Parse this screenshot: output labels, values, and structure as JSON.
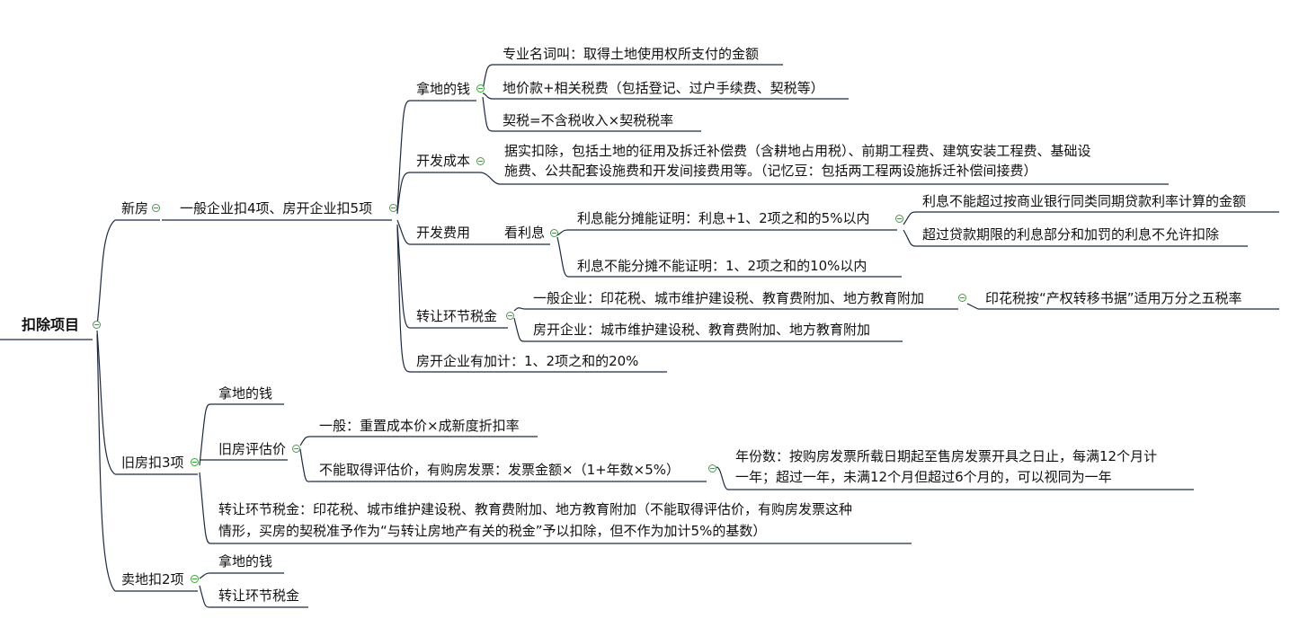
{
  "root": {
    "label": "扣除项目"
  },
  "new_house": {
    "label": "新房",
    "summary": "一般企业扣4项、房开企业扣5项",
    "land": {
      "label": "拿地的钱",
      "items": [
        "专业名词叫：取得土地使用权所支付的金额",
        "地价款+相关税费（包括登记、过户手续费、契税等）",
        "契税=不含税收入×契税税率"
      ]
    },
    "dev_cost": {
      "label": "开发成本",
      "line1": "据实扣除，包括土地的征用及拆迁补偿费（含耕地占用税）、前期工程费、建筑安装工程费、基础设",
      "line2": "施费、公共配套设施费和开发间接费用等。（记忆豆：包括两工程两设施拆迁补偿间接费）"
    },
    "dev_expense": {
      "label": "开发费用",
      "look": "看利息",
      "can_split": "利息能分摊能证明：利息+1、2项之和的5%以内",
      "can_split_notes": [
        "利息不能超过按商业银行同类同期贷款利率计算的金额",
        "超过贷款期限的利息部分和加罚的利息不允许扣除"
      ],
      "cannot_split": "利息不能分摊不能证明：1、2项之和的10%以内"
    },
    "transfer_tax": {
      "label": "转让环节税金",
      "general": "一般企业：印花税、城市维护建设税、教育费附加、地方教育附加",
      "general_note": "印花税按“产权转移书据”适用万分之五税率",
      "developer": "房开企业：城市维护建设税、教育费附加、地方教育附加"
    },
    "bonus": "房开企业有加计：1、2项之和的20%"
  },
  "old_house": {
    "label": "旧房扣3项",
    "land": "拿地的钱",
    "appraisal": {
      "label": "旧房评估价",
      "general": "一般：重置成本价×成新度折扣率",
      "no_appraisal": "不能取得评估价，有购房发票：发票金额×（1+年数×5%）",
      "years_note_line1": "年份数：按购房发票所载日期起至售房发票开具之日止，每满12个月计",
      "years_note_line2": "一年；超过一年，未满12个月但超过6个月的，可以视同为一年"
    },
    "transfer_tax_line1": "转让环节税金：印花税、城市维护建设税、教育费附加、地方教育附加（不能取得评估价，有购房发票这种",
    "transfer_tax_line2": "情形，买房的契税准予作为“与转让房地产有关的税金”予以扣除，但不作为加计5%的基数）"
  },
  "land_sale": {
    "label": "卖地扣2项",
    "items": [
      "拿地的钱",
      "转让环节税金"
    ]
  },
  "colors": {
    "line": "#1c2a40",
    "collapse": "#3aa23a"
  }
}
